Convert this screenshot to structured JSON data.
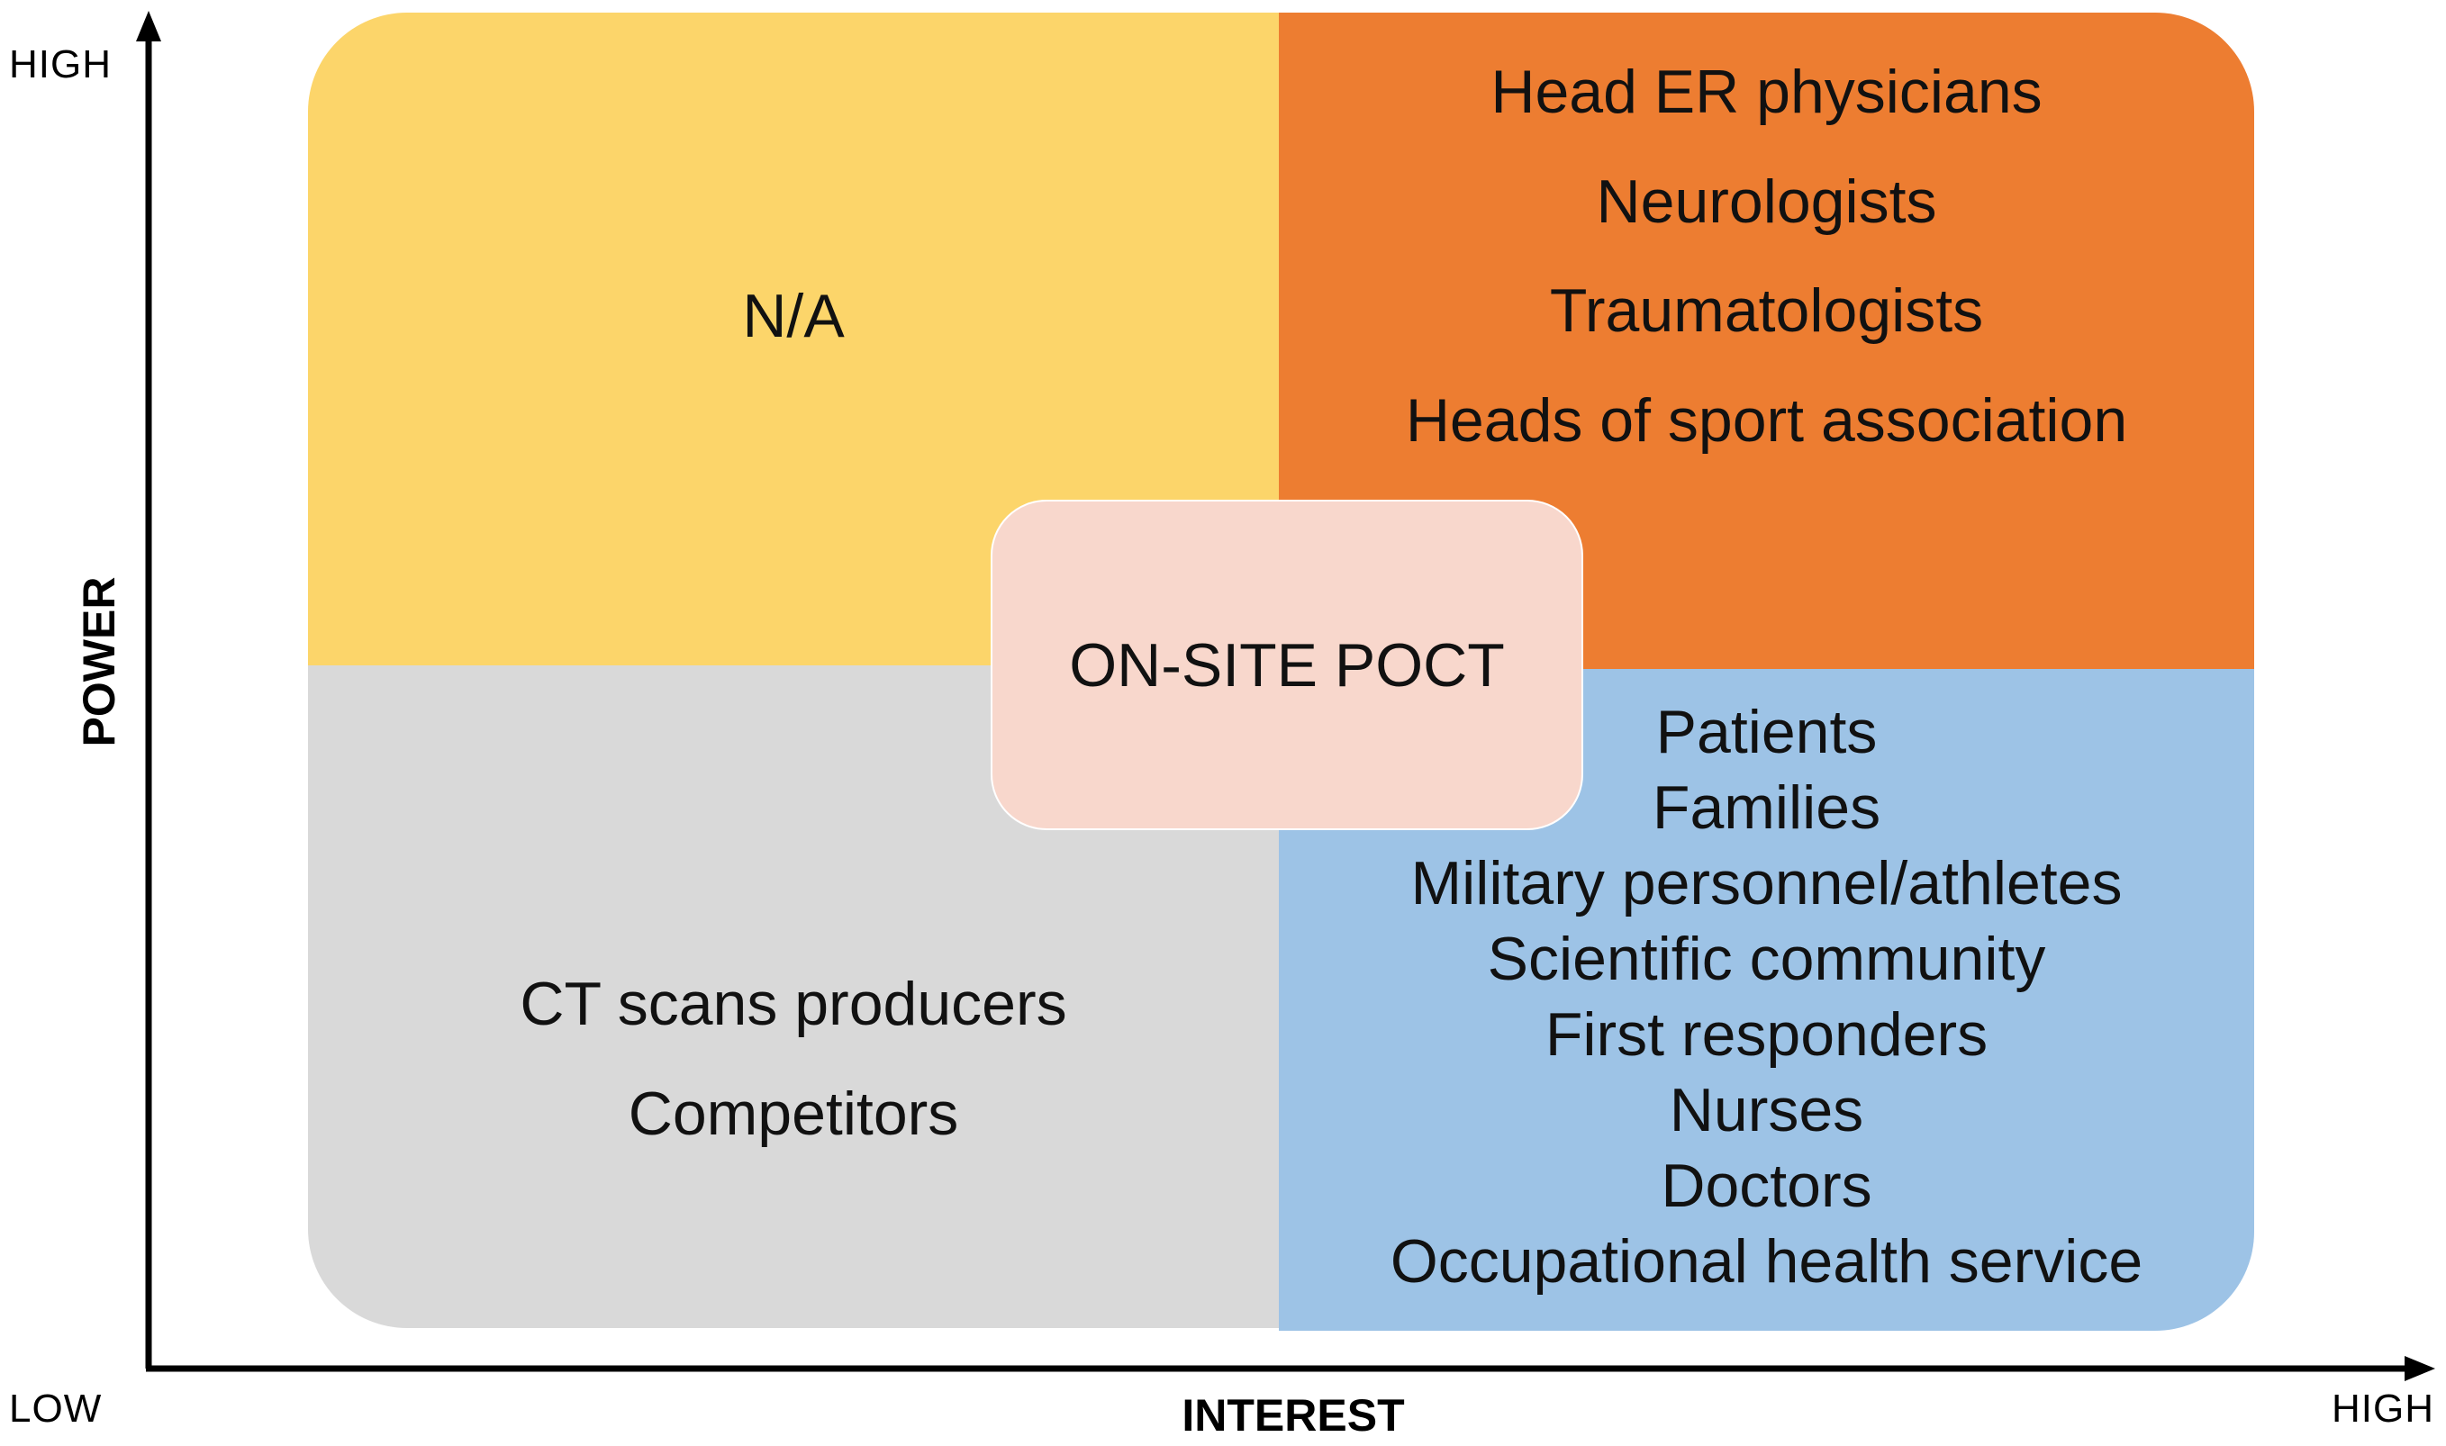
{
  "axes": {
    "y_title": "POWER",
    "x_title": "INTEREST",
    "y_high": "HIGH",
    "origin_low": "LOW",
    "x_high": "HIGH"
  },
  "quadrants": {
    "top_left": {
      "color": "#FCD56A",
      "items": [
        "N/A"
      ]
    },
    "top_right": {
      "color": "#ED7D31",
      "items": [
        "Head ER physicians",
        "Neurologists",
        "Traumatologists",
        "Heads of sport association"
      ]
    },
    "bottom_left": {
      "color": "#D9D9D9",
      "items": [
        "CT scans producers",
        "Competitors"
      ]
    },
    "bottom_right": {
      "color": "#9DC3E6",
      "items": [
        "Patients",
        "Families",
        "Military personnel/athletes",
        "Scientific community",
        "First responders",
        "Nurses",
        "Doctors",
        "Occupational health service"
      ]
    }
  },
  "center": {
    "label": "ON-SITE POCT",
    "color": "#F8D7CC"
  },
  "axis_color": "#000000"
}
